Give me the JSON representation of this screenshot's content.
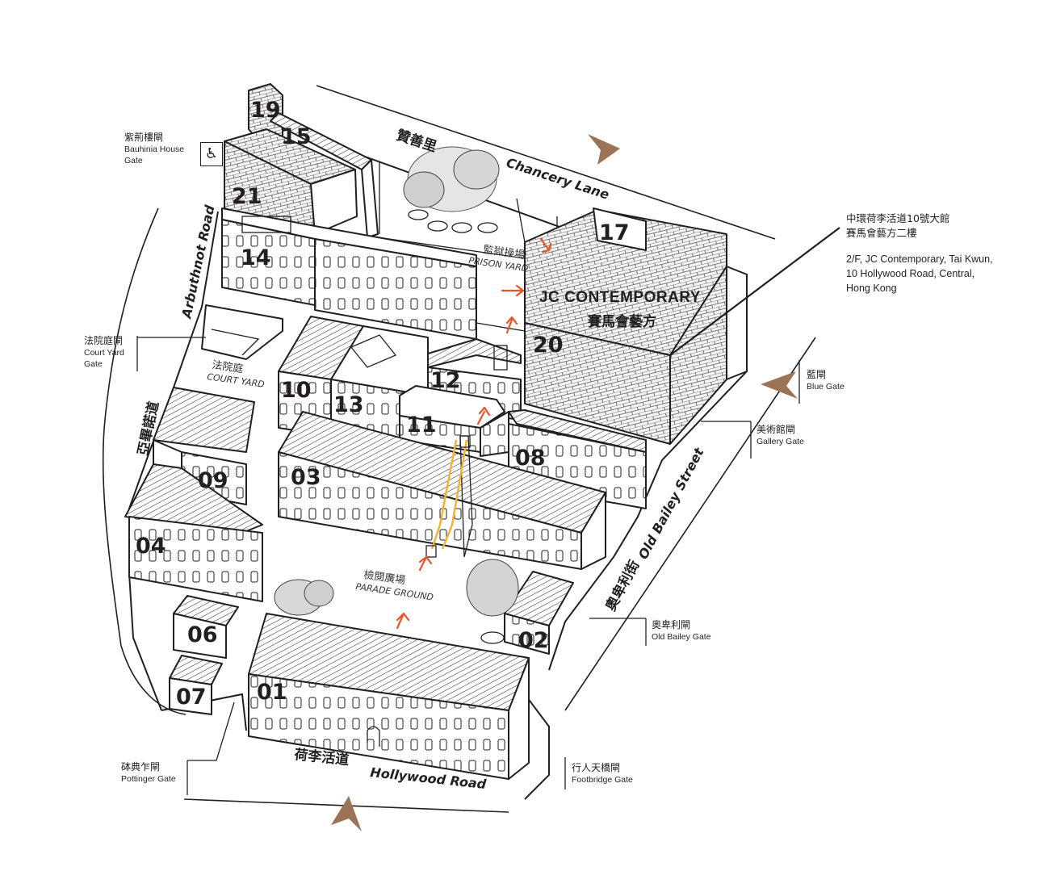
{
  "callout": {
    "line_zh_1": "中環荷李活道10號大館",
    "line_zh_2": "賽馬會藝方二樓",
    "line_en_1": "2/F, JC Contemporary, Tai Kwun,",
    "line_en_2": "10 Hollywood Road, Central,",
    "line_en_3": "Hong Kong"
  },
  "highlight": {
    "title": "JC CONTEMPORARY",
    "title_zh": "賽馬會藝方"
  },
  "buildings": {
    "b01": "01",
    "b02": "02",
    "b03": "03",
    "b04": "04",
    "b06": "06",
    "b07": "07",
    "b08": "08",
    "b09": "09",
    "b10": "10",
    "b11": "11",
    "b12": "12",
    "b13": "13",
    "b14": "14",
    "b15": "15",
    "b17": "17",
    "b19": "19",
    "b20": "20",
    "b21": "21"
  },
  "streets": {
    "chancery_zh": "贊善里",
    "chancery_en": "Chancery Lane",
    "arbuthnot_en": "Arbuthnot Road",
    "arbuthnot_zh": "亞畢諾道",
    "hollywood_zh": "荷李活道",
    "hollywood_en": "Hollywood Road",
    "oldbailey_zh": "奧卑利街",
    "oldbailey_en": "Old Bailey Street"
  },
  "areas": {
    "prison_zh": "監獄操場",
    "prison_en": "PRISON YARD",
    "court_zh": "法院庭",
    "court_en": "COURT YARD",
    "parade_zh": "檢閱廣場",
    "parade_en": "PARADE GROUND"
  },
  "gates": {
    "bauhinia_zh": "紫荊樓閘",
    "bauhinia_en_1": "Bauhinia House",
    "bauhinia_en_2": "Gate",
    "courtyard_zh": "法院庭閘",
    "courtyard_en_1": "Court Yard",
    "courtyard_en_2": "Gate",
    "blue_zh": "藍閘",
    "blue_en": "Blue Gate",
    "gallery_zh": "美術館閘",
    "gallery_en": "Gallery Gate",
    "oldbailey_zh": "奧卑利閘",
    "oldbailey_en": "Old Bailey Gate",
    "footbridge_zh": "行人天橋閘",
    "footbridge_en": "Footbridge Gate",
    "pottinger_zh": "砵典乍閘",
    "pottinger_en": "Pottinger Gate"
  },
  "icons": {
    "accessibility": "wheelchair-icon",
    "entrance": "entrance-arrow-icon",
    "tree": "tree-icon"
  },
  "colors": {
    "ink": "#231f20",
    "arrow": "#e8542a",
    "route": "#f2b233",
    "entrance": "#9b7356"
  }
}
